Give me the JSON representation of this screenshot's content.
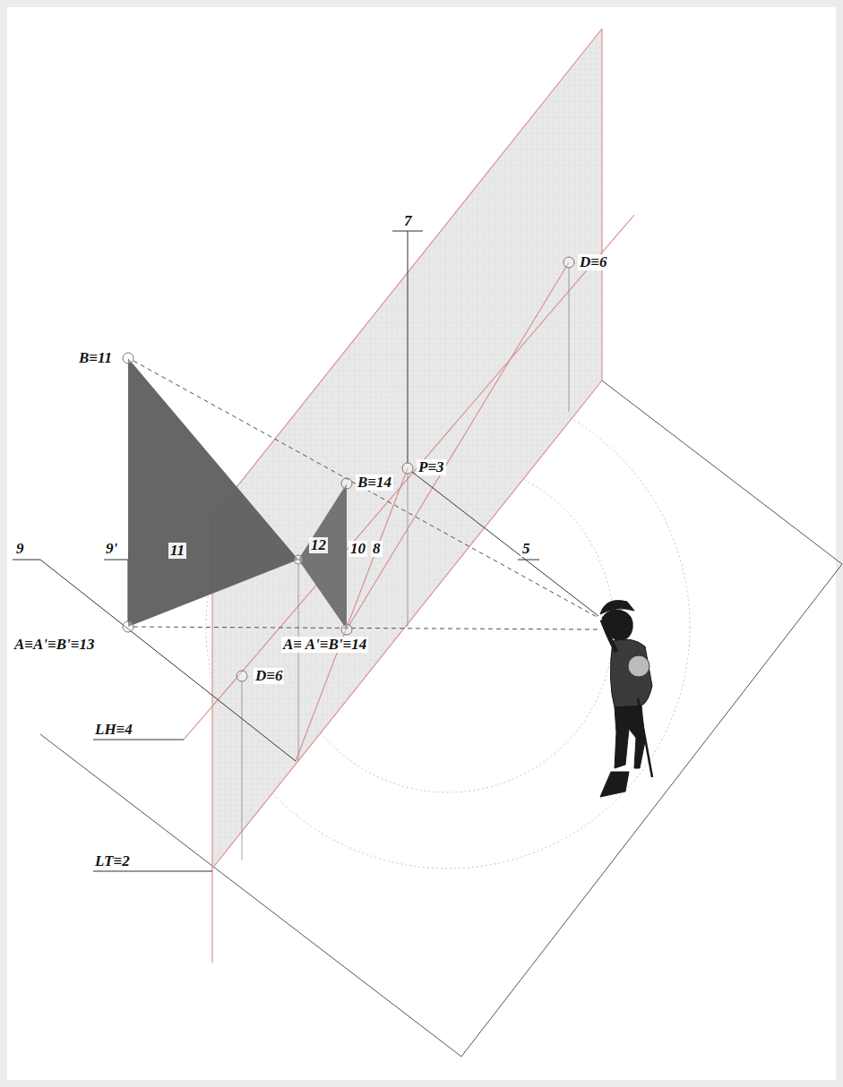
{
  "diagram": {
    "labels": [
      "B≡11",
      "D≡6",
      "7",
      "P≡3",
      "B≡14",
      "9",
      "9'",
      "11",
      "12",
      "10",
      "8",
      "5",
      "A≡A'≡B'≡13",
      "A≡ A'≡B'≡14",
      "D≡6",
      "LH≡4",
      "LT≡2"
    ]
  }
}
